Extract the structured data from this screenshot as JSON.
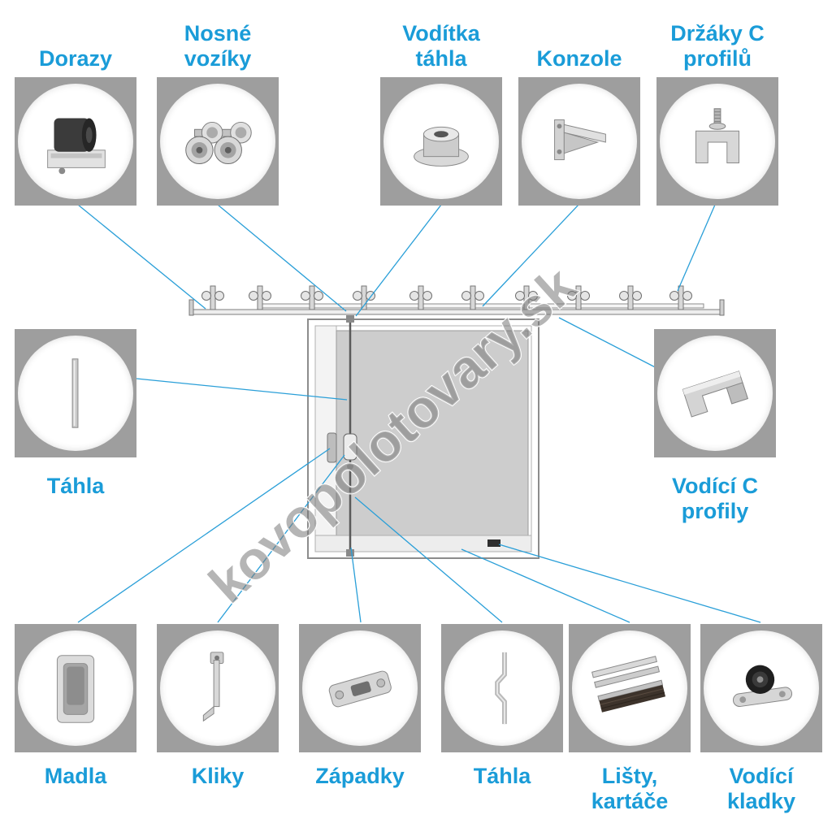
{
  "watermark": "kovopolotovary.sk",
  "colors": {
    "label_text": "#1a9cd8",
    "card_background": "#9e9e9e",
    "connector_line": "#2a9fd8",
    "door_panel": "#cdcdcd"
  },
  "callouts": {
    "top": [
      {
        "id": "dorazy",
        "label": "Dorazy",
        "icon": "door-stop-icon"
      },
      {
        "id": "nosne-voziky",
        "label": "Nosné vozíky",
        "icon": "carrier-trolley-icon"
      },
      {
        "id": "voditka-tahla",
        "label": "Vodítka táhla",
        "icon": "rod-guide-icon"
      },
      {
        "id": "konzole",
        "label": "Konzole",
        "icon": "wall-bracket-icon"
      },
      {
        "id": "drzaky-c-profilu",
        "label": "Držáky C profilů",
        "icon": "c-profile-holder-icon"
      }
    ],
    "left": [
      {
        "id": "tahla",
        "label": "Táhla",
        "icon": "rod-icon"
      }
    ],
    "right": [
      {
        "id": "vodici-c-profily",
        "label": "Vodící C profily",
        "icon": "c-profile-rail-icon"
      }
    ],
    "bottom": [
      {
        "id": "madla",
        "label": "Madla",
        "icon": "recessed-handle-icon"
      },
      {
        "id": "kliky",
        "label": "Kliky",
        "icon": "latch-handle-icon"
      },
      {
        "id": "zapadky",
        "label": "Západky",
        "icon": "strike-plate-icon"
      },
      {
        "id": "tahla-dolni",
        "label": "Táhla",
        "icon": "bent-rod-icon"
      },
      {
        "id": "listy-kartace",
        "label": "Lišty, kartáče",
        "icon": "strip-brush-icon"
      },
      {
        "id": "vodici-kladky",
        "label": "Vodící kladky",
        "icon": "guide-roller-icon"
      }
    ]
  }
}
